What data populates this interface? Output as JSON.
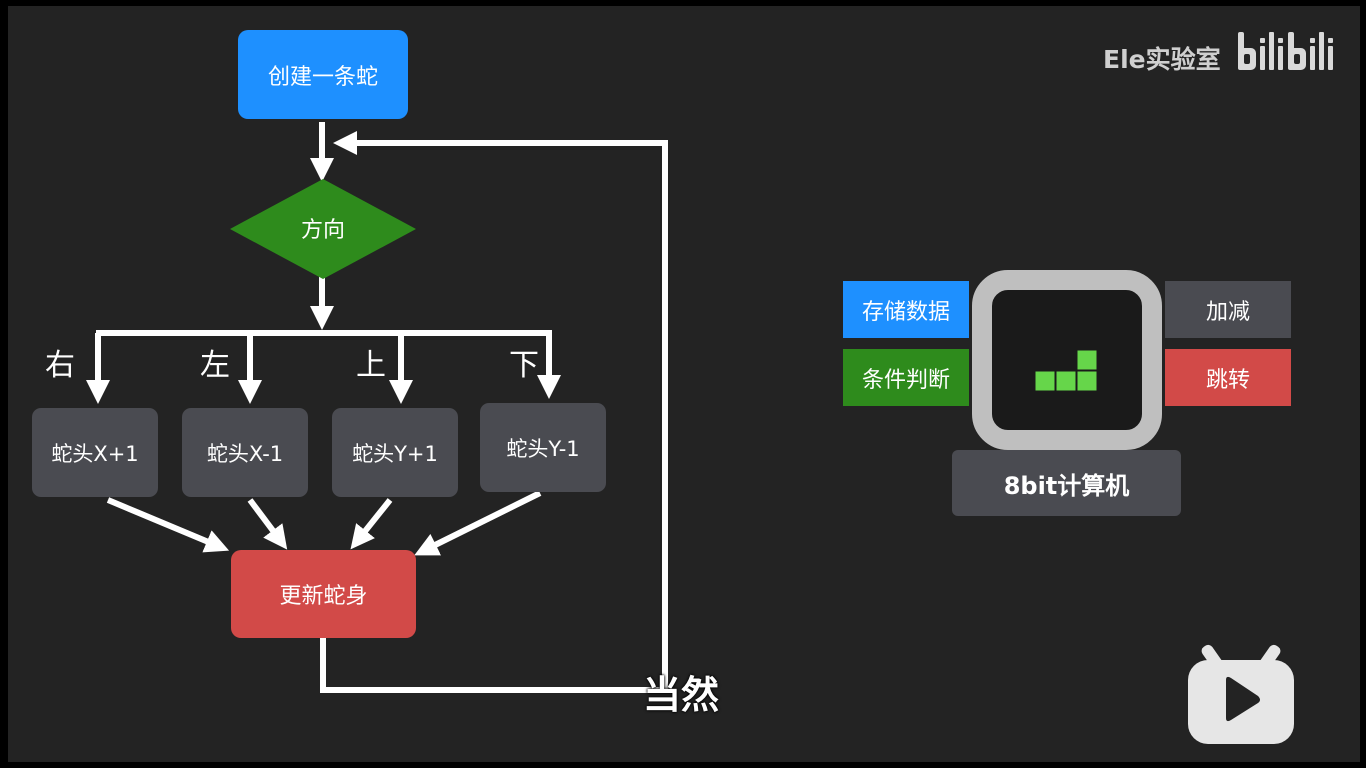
{
  "flowchart": {
    "start": "创建一条蛇",
    "decision": "方向",
    "branches": [
      {
        "label": "右",
        "action": "蛇头X+1"
      },
      {
        "label": "左",
        "action": "蛇头X-1"
      },
      {
        "label": "上",
        "action": "蛇头Y+1"
      },
      {
        "label": "下",
        "action": "蛇头Y-1"
      }
    ],
    "update": "更新蛇身"
  },
  "computer": {
    "title": "8bit计算机",
    "left_tags": [
      "存储数据",
      "条件判断"
    ],
    "right_tags": [
      "加减",
      "跳转"
    ]
  },
  "colors": {
    "start": "#1e90ff",
    "decision": "#2e8b1c",
    "update": "#d24a48",
    "step": "#4a4b51",
    "tag_blue": "#1e90ff",
    "tag_green": "#2e8b1c",
    "tag_gray": "#4a4b51",
    "tag_red": "#d24a48",
    "pixel_green": "#66d64a"
  },
  "watermark": {
    "channel": "Ele实验室",
    "logo_icon": "bilibili-logo-icon"
  },
  "subtitle": "当然",
  "tv_icon": "bilibili-tv-play-icon"
}
